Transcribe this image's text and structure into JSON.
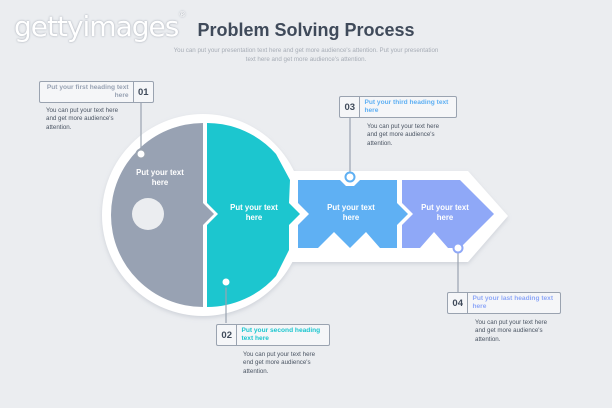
{
  "watermark": {
    "text": "gettyimages",
    "mark": "®"
  },
  "title": "Problem Solving Process",
  "subtitle": "You can put your presentation text here and get more audience's attention. Put your presentation text here and get more audience's attention.",
  "colors": {
    "step1": "#98a2b3",
    "step2": "#1cc6cf",
    "step3": "#5fb0f3",
    "step4": "#8fa8f7",
    "line": "#9aa3b0"
  },
  "pieces": [
    {
      "label": "Put your text here"
    },
    {
      "label": "Put your text here"
    },
    {
      "label": "Put your text here"
    },
    {
      "label": "Put your text here"
    }
  ],
  "steps": [
    {
      "number": "01",
      "heading": "Put your first heading text here",
      "text": "You can put your text here and get more audience's attention."
    },
    {
      "number": "02",
      "heading": "Put your second heading text here",
      "text": "You can put your text here end get more audience's attention."
    },
    {
      "number": "03",
      "heading": "Put your third heading text here",
      "text": "You can put your text here and get more audience's attention."
    },
    {
      "number": "04",
      "heading": "Put your last heading text here",
      "text": "You can put your text here and get more audience's attention."
    }
  ]
}
